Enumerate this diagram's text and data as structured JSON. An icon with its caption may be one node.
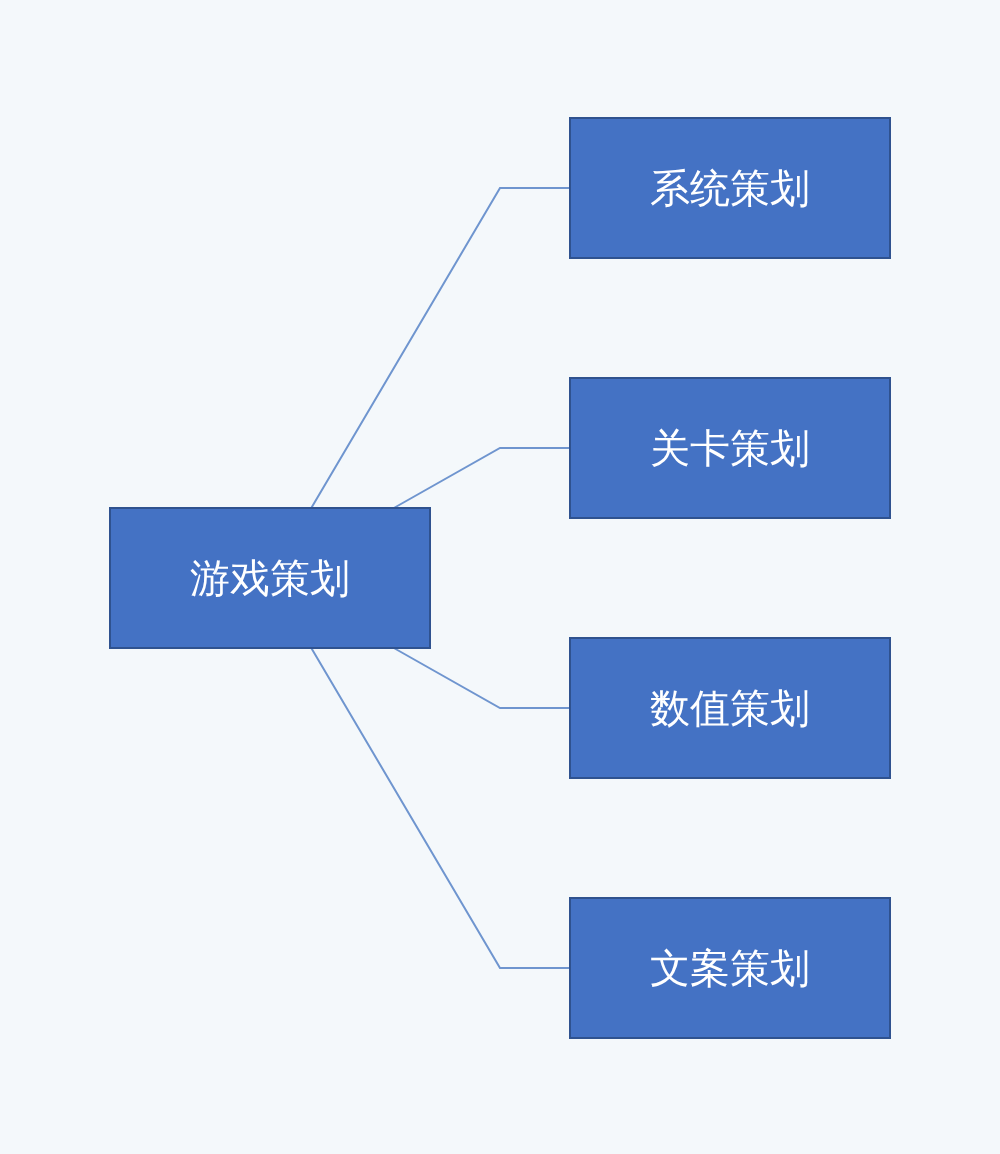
{
  "diagram": {
    "nodes": [
      {
        "text": [
          "游戏策划"
        ]
      },
      {
        "text": [
          "系统策划"
        ]
      },
      {
        "text": [
          "关卡策划"
        ]
      },
      {
        "text": [
          "数值策划"
        ]
      },
      {
        "text": [
          "文案策划"
        ]
      }
    ],
    "edges": [
      {
        "from": 0,
        "to": 1,
        "arrow": "none"
      },
      {
        "from": 0,
        "to": 2,
        "arrow": "none"
      },
      {
        "from": 0,
        "to": 3,
        "arrow": "none"
      },
      {
        "from": 0,
        "to": 4,
        "arrow": "none"
      }
    ]
  }
}
